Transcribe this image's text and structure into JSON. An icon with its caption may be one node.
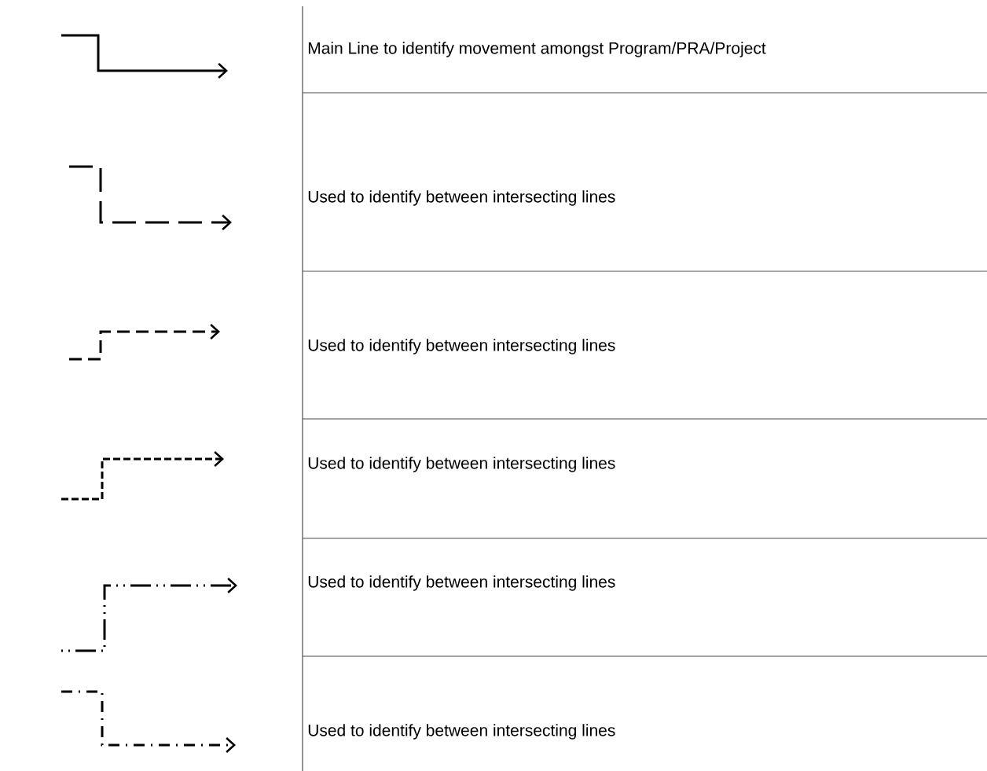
{
  "diagram": {
    "legend": [
      {
        "text": "Main Line to identify movement amongst Program/PRA/Project"
      },
      {
        "text": "Used to identify between intersecting lines"
      },
      {
        "text": "Used to identify between intersecting lines"
      },
      {
        "text": "Used to identify between intersecting lines"
      },
      {
        "text": "Used to identify between intersecting lines"
      },
      {
        "text": "Used to identify between intersecting lines"
      }
    ]
  }
}
